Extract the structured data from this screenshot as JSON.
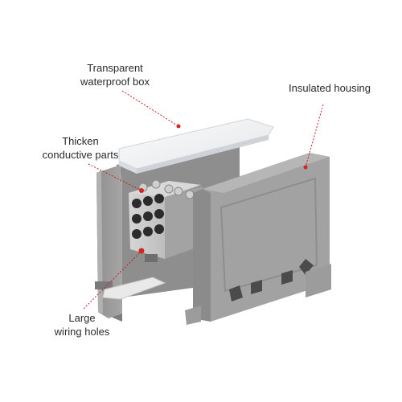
{
  "labels": {
    "transparent_box": [
      "Transparent",
      "waterproof box"
    ],
    "thicken_parts": [
      "Thicken",
      "conductive parts"
    ],
    "insulated_housing": [
      "Insulated housing"
    ],
    "wiring_holes": [
      "Large",
      "wiring holes"
    ]
  },
  "colors": {
    "callout_accent": "#d8231f",
    "housing_gray": "#9a9a9a",
    "metal": "#b9b9b9",
    "cover": "#eef0f2"
  }
}
